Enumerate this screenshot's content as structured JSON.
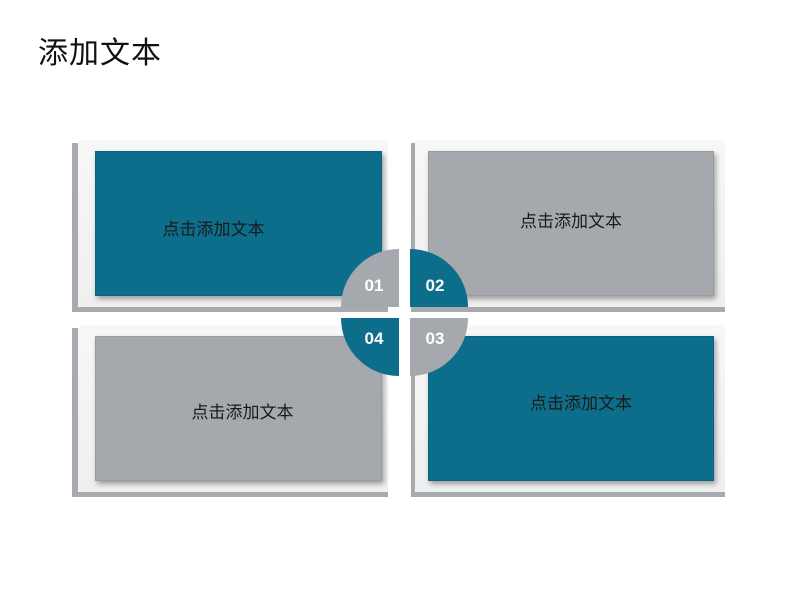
{
  "title": "添加文本",
  "cards": [
    {
      "text": "点击添加文本"
    },
    {
      "text": "点击添加文本"
    },
    {
      "text": "点击添加文本"
    },
    {
      "text": "点击添加文本"
    }
  ],
  "quadrants": [
    {
      "label": "01"
    },
    {
      "label": "02"
    },
    {
      "label": "03"
    },
    {
      "label": "04"
    }
  ],
  "colors": {
    "teal": "#0d6e8c",
    "gray": "#a5a9ad",
    "frame_shadow": "#a7abaf"
  }
}
